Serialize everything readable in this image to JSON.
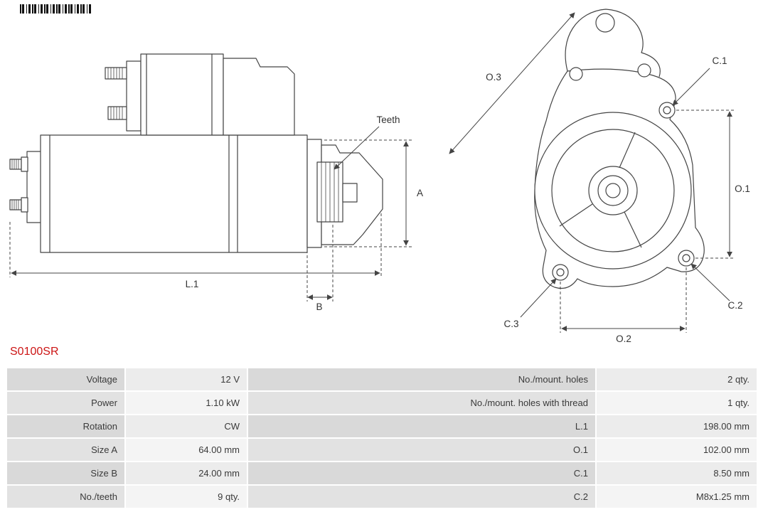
{
  "part_number": "S0100SR",
  "colors": {
    "part_number": "#cc1414"
  },
  "drawings": {
    "side_view": {
      "labels": {
        "teeth": "Teeth",
        "a": "A",
        "l1": "L.1",
        "b": "B"
      }
    },
    "front_view": {
      "labels": {
        "o3": "O.3",
        "c1": "C.1",
        "o1": "O.1",
        "c3": "C.3",
        "c2": "C.2",
        "o2": "O.2"
      }
    }
  },
  "spec_table": {
    "rows": [
      {
        "label_left": "Voltage",
        "value_left": "12 V",
        "label_right": "No./mount. holes",
        "value_right": "2 qty."
      },
      {
        "label_left": "Power",
        "value_left": "1.10 kW",
        "label_right": "No./mount. holes with thread",
        "value_right": "1 qty."
      },
      {
        "label_left": "Rotation",
        "value_left": "CW",
        "label_right": "L.1",
        "value_right": "198.00 mm"
      },
      {
        "label_left": "Size A",
        "value_left": "64.00 mm",
        "label_right": "O.1",
        "value_right": "102.00 mm"
      },
      {
        "label_left": "Size B",
        "value_left": "24.00 mm",
        "label_right": "C.1",
        "value_right": "8.50 mm"
      },
      {
        "label_left": "No./teeth",
        "value_left": "9 qty.",
        "label_right": "C.2",
        "value_right": "M8x1.25 mm"
      }
    ]
  }
}
